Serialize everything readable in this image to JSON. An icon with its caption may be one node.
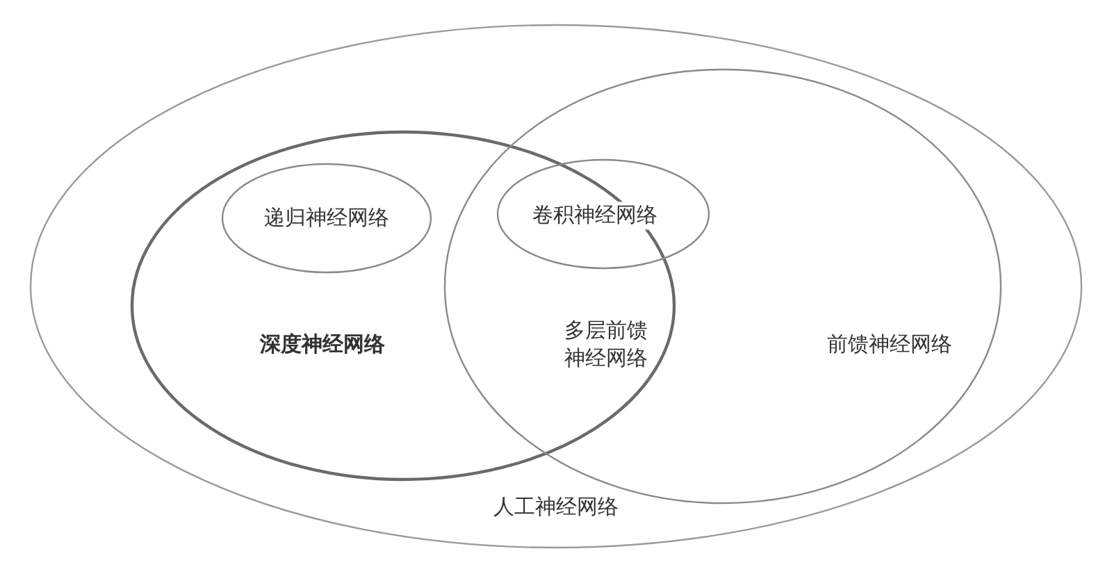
{
  "diagram": {
    "nodes": [
      {
        "text": [
          "人工神经网络"
        ]
      },
      {
        "text": [
          "深度神经网络"
        ],
        "in": 0
      },
      {
        "text": [
          "递归神经网络"
        ],
        "in": 1
      },
      {
        "text": [
          "卷积神经网络"
        ],
        "in": 4
      },
      {
        "text": [
          "前馈神经网络"
        ],
        "in": 0
      }
    ],
    "labels": [
      "多层前馈神经网络"
    ]
  }
}
